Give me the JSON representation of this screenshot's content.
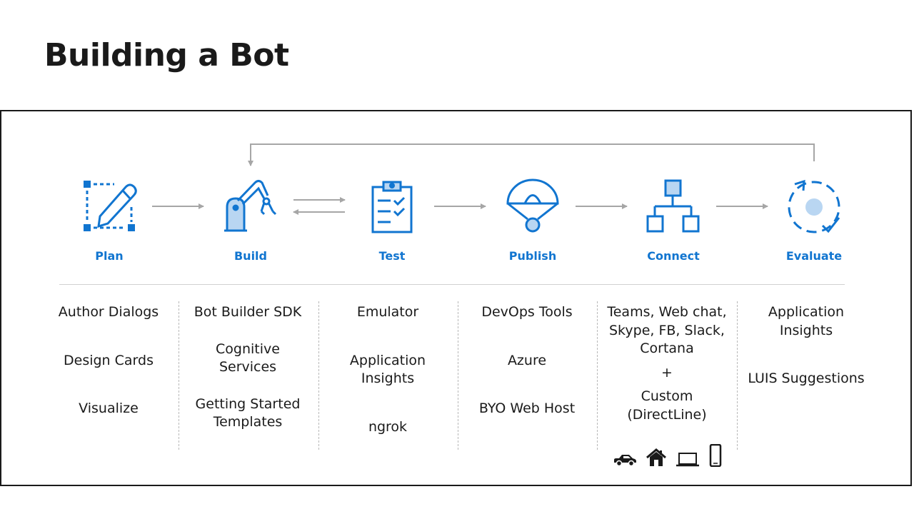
{
  "slide": {
    "title": "Building a Bot"
  },
  "stages": [
    {
      "label": "Plan",
      "icon": "edit-pencil-icon"
    },
    {
      "label": "Build",
      "icon": "robot-arm-icon"
    },
    {
      "label": "Test",
      "icon": "checklist-clipboard-icon"
    },
    {
      "label": "Publish",
      "icon": "parachute-icon"
    },
    {
      "label": "Connect",
      "icon": "network-hierarchy-icon"
    },
    {
      "label": "Evaluate",
      "icon": "refresh-check-icon"
    }
  ],
  "columns": [
    {
      "items": [
        "Author Dialogs",
        "Design Cards",
        "Visualize"
      ]
    },
    {
      "items": [
        "Bot Builder SDK",
        "Cognitive Services",
        "Getting Started Templates"
      ]
    },
    {
      "items": [
        "Emulator",
        "Application Insights",
        "ngrok"
      ]
    },
    {
      "items": [
        "DevOps Tools",
        "Azure",
        "BYO Web Host"
      ]
    },
    {
      "items": [
        "Teams, Web chat, Skype, FB, Slack, Cortana",
        "+",
        "Custom (DirectLine)"
      ]
    },
    {
      "items": [
        "Application Insights",
        "LUIS Suggestions"
      ]
    }
  ],
  "devices": [
    "car-icon",
    "home-icon",
    "laptop-icon",
    "phone-icon"
  ],
  "colors": {
    "accent": "#1175d0",
    "accent_fill": "#b9d6f2",
    "arrow": "#a6a6a6"
  }
}
